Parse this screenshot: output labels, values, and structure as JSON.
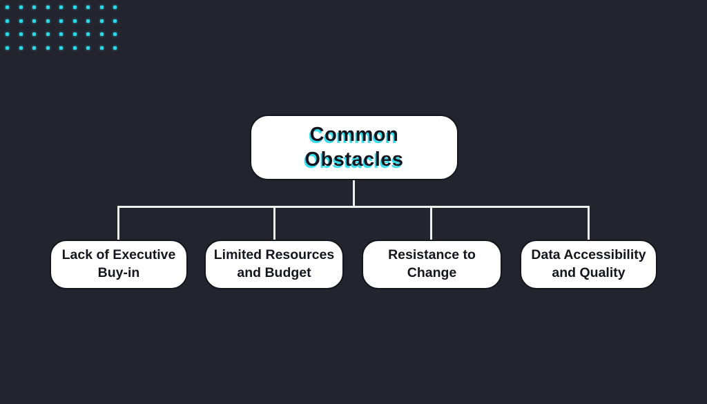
{
  "canvas": {
    "background_color": "#24242e",
    "connector_color": "#f0f0f0"
  },
  "decor": {
    "dot_pattern": {
      "icon": "dot-grid-icon",
      "rows": 4,
      "cols": 9,
      "dot_color": "#2bd9e8"
    }
  },
  "diagram": {
    "type": "hierarchy-flowchart",
    "root": {
      "label": "Common Obstacles",
      "text_color": "#15151f",
      "accent_shadow_color": "#35e0ee",
      "fill_color": "#ffffff"
    },
    "children": [
      {
        "label": "Lack of Executive Buy-in"
      },
      {
        "label": "Limited Resources and Budget"
      },
      {
        "label": "Resistance to Change"
      },
      {
        "label": "Data Accessibility and Quality"
      }
    ]
  }
}
